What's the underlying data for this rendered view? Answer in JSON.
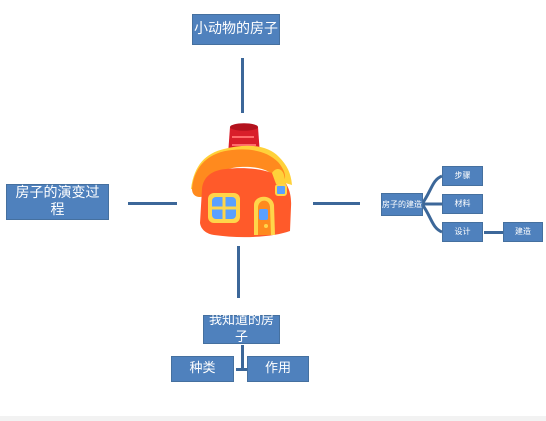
{
  "diagram": {
    "top_node": "小动物的房子",
    "left_node": "房子的演变过程",
    "bottom_node": "我知道的房子",
    "bottom_children": [
      "种类",
      "作用"
    ],
    "right_node": "房子的建造",
    "right_children": [
      "步骤",
      "材料",
      "设计"
    ],
    "design_child": "建造",
    "colors": {
      "node_fill": "#4f81bd",
      "line": "#3c6799",
      "house_roof": "#ff8a1e",
      "house_wall": "#ff5a2a",
      "chimney": "#d91e2a",
      "window": "#5aa0ff",
      "door": "#ffd54a"
    }
  }
}
